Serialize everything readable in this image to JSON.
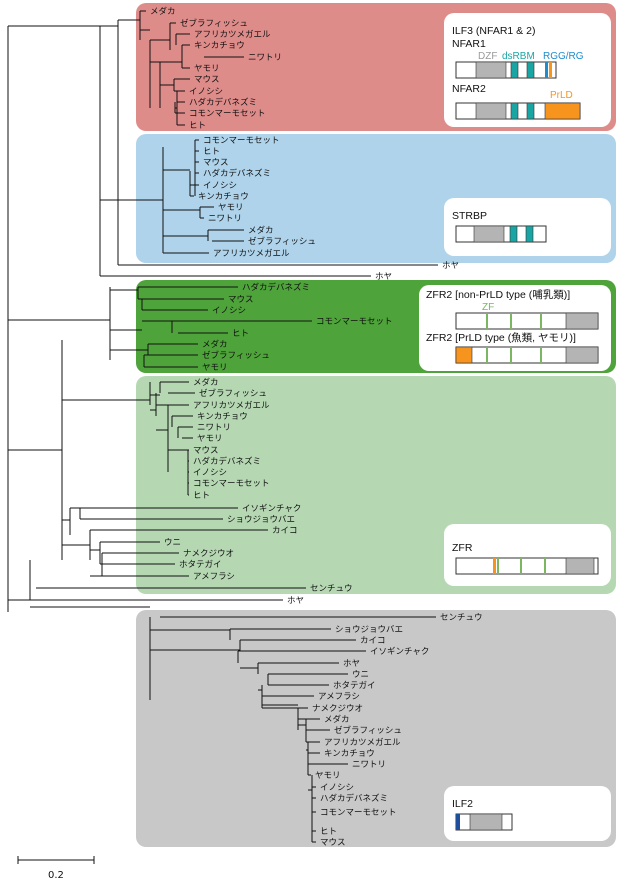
{
  "clades": {
    "ilf3": {
      "title": "ILF3 (NFAR1 & 2)",
      "color": "#de8c8a",
      "nfar1_label": "NFAR1",
      "nfar2_label": "NFAR2",
      "dom_dzf": "DZF",
      "dom_dsrbm": "dsRBM",
      "dom_rgg": "RGG/RG",
      "dom_prld": "PrLD",
      "leaves": [
        "メダカ",
        "ゼブラフィッシュ",
        "アフリカツメガエル",
        "キンカチョウ",
        "ニワトリ",
        "ヤモリ",
        "マウス",
        "イノシシ",
        "ハダカデバネズミ",
        "コモンマーモセット",
        "ヒト"
      ]
    },
    "strbp": {
      "title": "STRBP",
      "color": "#aed3ea",
      "leaves": [
        "コモンマーモセット",
        "ヒト",
        "マウス",
        "ハダカデバネズミ",
        "イノシシ",
        "キンカチョウ",
        "ヤモリ",
        "ニワトリ",
        "メダカ",
        "ゼブラフィッシュ",
        "アフリカツメガエル"
      ]
    },
    "zfr2": {
      "title1": "ZFR2 [non-PrLD type (哺乳類)]",
      "title2": "ZFR2 [PrLD type (魚類, ヤモリ)]",
      "zf_label": "ZF",
      "color": "#4ea33a",
      "leaves": [
        "ハダカデバネズミ",
        "マウス",
        "イノシシ",
        "コモンマーモセット",
        "ヒト",
        "メダカ",
        "ゼブラフィッシュ",
        "ヤモリ"
      ]
    },
    "zfr": {
      "title": "ZFR",
      "color": "#b5d8b3",
      "leaves": [
        "メダカ",
        "ゼブラフィッシュ",
        "アフリカツメガエル",
        "キンカチョウ",
        "ニワトリ",
        "ヤモリ",
        "マウス",
        "ハダカデバネズミ",
        "イノシシ",
        "コモンマーモセット",
        "ヒト",
        "イソギンチャク",
        "ショウジョウバエ",
        "カイコ",
        "ウニ",
        "ナメクジウオ",
        "ホタテガイ",
        "アメフラシ"
      ]
    },
    "ilf2": {
      "title": "ILF2",
      "color": "#c8c8c8",
      "leaves": [
        "センチュウ",
        "ショウジョウバエ",
        "カイコ",
        "イソギンチャク",
        "ホヤ",
        "ウニ",
        "ホタテガイ",
        "アメフラシ",
        "ナメクジウオ",
        "メダカ",
        "ゼブラフィッシュ",
        "アフリカツメガエル",
        "キンカチョウ",
        "ニワトリ",
        "ヤモリ",
        "イノシシ",
        "ハダカデバネズミ",
        "コモンマーモセット",
        "ヒト",
        "マウス"
      ]
    }
  },
  "outliers": {
    "hoya_strbp": "ホヤ",
    "hoya_ilf3": "ホヤ",
    "senchu_zfr": "センチュウ",
    "hoya_root": "ホヤ"
  },
  "scale_bar": {
    "value": "0.2"
  },
  "domain_colors": {
    "dzf": "#b4b4b4",
    "dsrbm": "#1aa5a5",
    "rgg": "#1e8ccd",
    "prld": "#f7941d",
    "zf": "#7bb661",
    "ilf2_dom": "#1f4e9a"
  }
}
